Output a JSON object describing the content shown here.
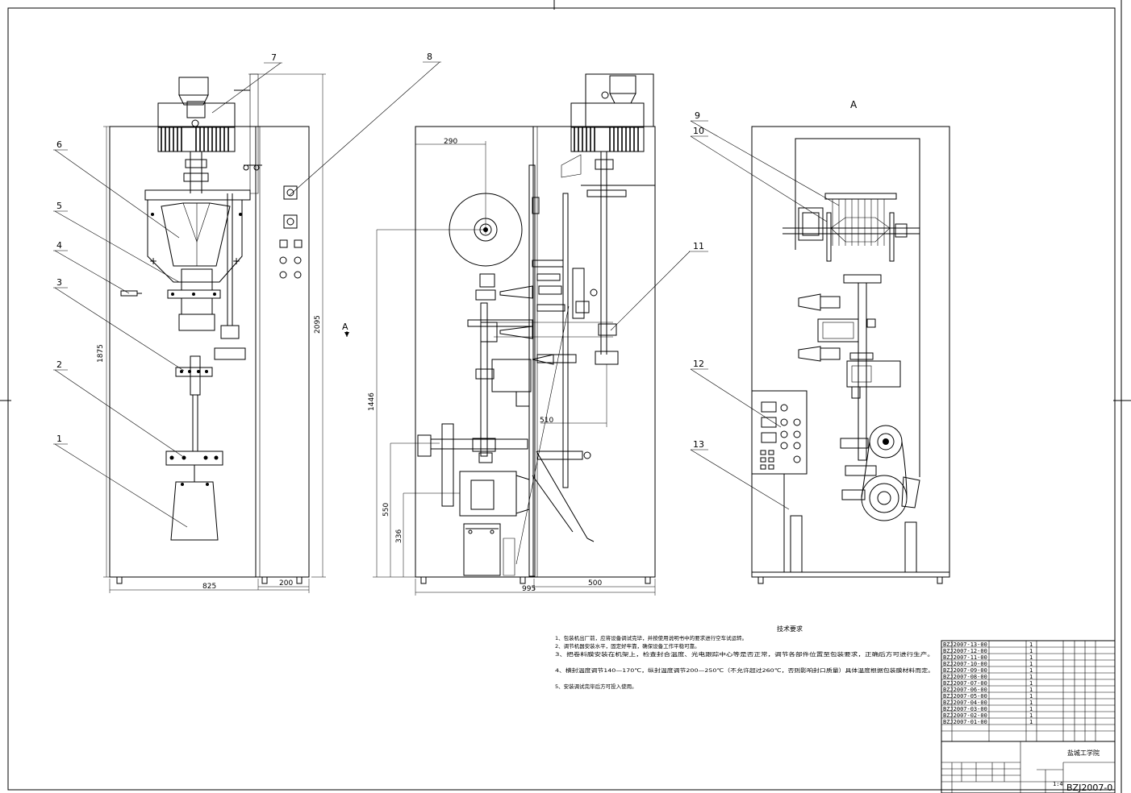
{
  "views": {
    "front": {
      "parts": [
        "1",
        "2",
        "3",
        "4",
        "5",
        "6",
        "7",
        "8"
      ],
      "dims": [
        "1875",
        "825",
        "200",
        "2095"
      ],
      "section_mark": "A"
    },
    "side": {
      "dims": [
        "290",
        "1446",
        "510",
        "550",
        "336",
        "995",
        "500"
      ],
      "parts": [
        "11"
      ]
    },
    "view_a": {
      "title": "A",
      "parts": [
        "9",
        "10",
        "12",
        "13"
      ]
    }
  },
  "notes": {
    "title": "技术要求",
    "items": [
      "1、包装机出厂前，应将设备调试完毕，并按使用说明书中的要求进行空车试运转。",
      "2、调节机器安装水平，固定好牢靠，确保设备工作平稳可靠。",
      "3、把卷料膜安装在机架上，检查封合温度、光电跟踪中心等是否正常，调节各部件位置至包装要求，正确后方可进行生产。",
      "4、横封温度调节140—170℃，纵封温度调节200—250℃（不允许超过260℃，否则影响封口质量）具体温度根据包装膜材料而定。",
      "5、安装调试完毕后方可投入使用。"
    ]
  },
  "parts_list": [
    {
      "code": "BZJ2007-13-00",
      "qty": "1"
    },
    {
      "code": "BZJ2007-12-00",
      "qty": "1"
    },
    {
      "code": "BZJ2007-11-00",
      "qty": "1"
    },
    {
      "code": "BZJ2007-10-00",
      "qty": "1"
    },
    {
      "code": "BZJ2007-09-00",
      "qty": "1"
    },
    {
      "code": "BZJ2007-08-00",
      "qty": "1"
    },
    {
      "code": "BZJ2007-07-00",
      "qty": "1"
    },
    {
      "code": "BZJ2007-06-00",
      "qty": "1"
    },
    {
      "code": "BZJ2007-05-00",
      "qty": "1"
    },
    {
      "code": "BZJ2007-04-00",
      "qty": "1"
    },
    {
      "code": "BZJ2007-03-00",
      "qty": "1"
    },
    {
      "code": "BZJ2007-02-00",
      "qty": "1"
    },
    {
      "code": "BZJ2007-01-00",
      "qty": "1"
    }
  ],
  "title_block": {
    "school": "盐城工学院",
    "scale": "1:4",
    "drawing_no": "BZJ2007-0"
  }
}
